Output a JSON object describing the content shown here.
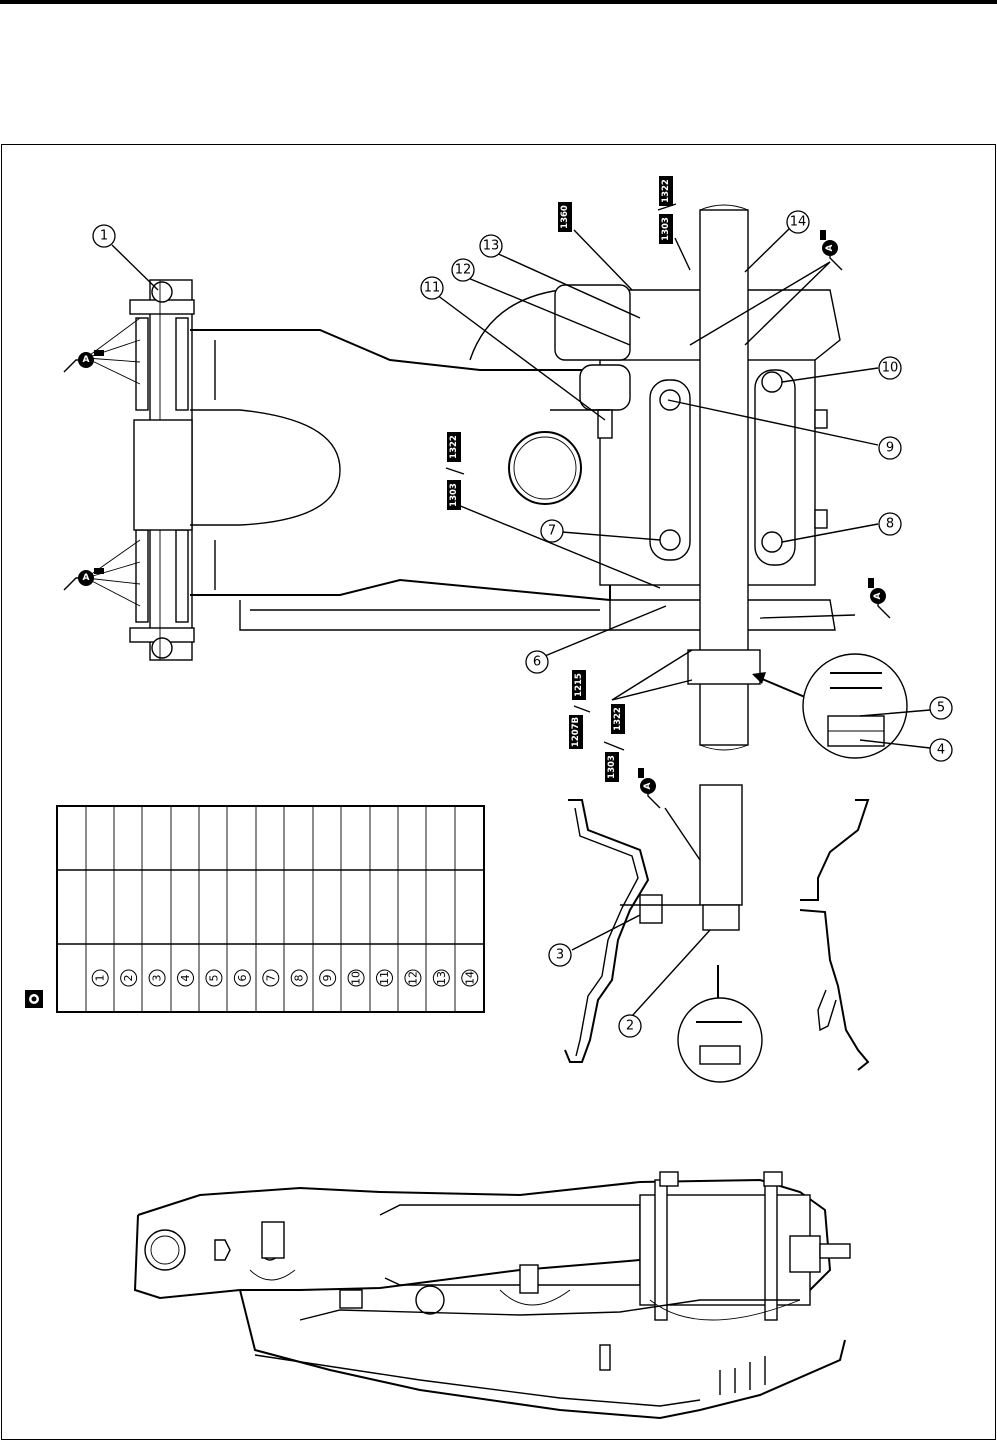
{
  "figure": {
    "callouts": [
      "1",
      "2",
      "3",
      "4",
      "5",
      "6",
      "7",
      "8",
      "9",
      "10",
      "11",
      "12",
      "13",
      "14"
    ],
    "sealant_codes": {
      "top_right_1": "1322",
      "top_right_2": "1303",
      "top_mid": "1360",
      "mid_left_1": "1322",
      "mid_left_2": "1303",
      "bottom_1": "1215",
      "bottom_2": "1207B",
      "bottom_3": "1322",
      "bottom_4": "1303"
    },
    "grease_symbol_letter": "A",
    "torque_table": {
      "icon": "torque-wrench-icon",
      "rows": [
        "1",
        "2",
        "3",
        "4",
        "5",
        "6",
        "7",
        "8",
        "9",
        "10",
        "11",
        "12",
        "13",
        "14"
      ]
    }
  }
}
